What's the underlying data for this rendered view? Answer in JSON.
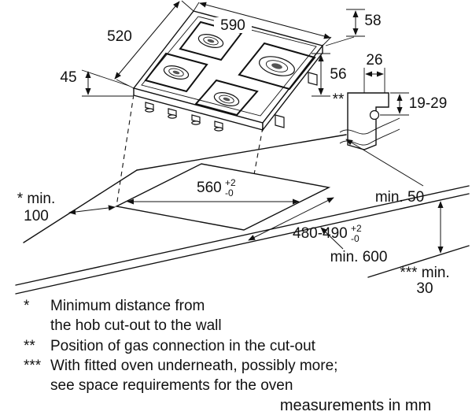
{
  "dimensions": {
    "hob_depth": "520",
    "hob_width": "590",
    "rear_offset": "58",
    "hob_height": "45",
    "connection_height": "56",
    "gas_offset": "26",
    "gas_position_marker": "**",
    "gas_depth_range": "19-29",
    "cutout_width": "560",
    "cutout_width_tol_plus": "+2",
    "cutout_width_tol_minus": "-0",
    "cutout_depth": "480-490",
    "cutout_depth_tol_plus": "+2",
    "cutout_depth_tol_minus": "-0",
    "min_rear_distance": "min. 50",
    "min_wall_line1": "* min.",
    "min_wall_line2": "100",
    "min_worktop_depth": "min. 600",
    "min_oven_line1": "*** min.",
    "min_oven_line2": "30"
  },
  "footnotes": [
    {
      "marker": "*",
      "line1": "Minimum distance from",
      "line2": "the hob cut-out to the wall"
    },
    {
      "marker": "**",
      "line1": "Position of gas connection in the cut-out"
    },
    {
      "marker": "***",
      "line1": "With fitted oven underneath, possibly more;",
      "line2": "see space requirements for the oven"
    }
  ],
  "footer": {
    "note": "measurements in mm"
  }
}
